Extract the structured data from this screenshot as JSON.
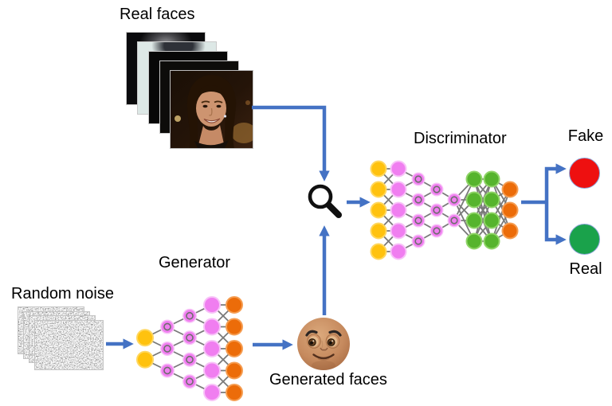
{
  "diagram": {
    "labels": {
      "real_faces": "Real faces",
      "random_noise": "Random noise",
      "generator": "Generator",
      "discriminator": "Discriminator",
      "generated_faces": "Generated faces",
      "fake": "Fake",
      "real": "Real"
    },
    "colors": {
      "arrow_blue": "#4472C4",
      "edge_gray": "#7a7a7a",
      "node_yellow": "#FFC20E",
      "halo_yellow": "#ffd75e",
      "node_pink": "#F07EF0",
      "halo_pink": "#f8c2f8",
      "node_green": "#56B42D",
      "halo_green": "#90d468",
      "node_orange": "#EC6C09",
      "halo_orange": "#f59d52",
      "ring_inner_gray": "#6e6e6e",
      "fake_red": "#EE1010",
      "real_green": "#1AA24B",
      "magnifier_black": "#101010"
    },
    "generator_network": {
      "name": "Generator",
      "layers": [
        {
          "nodes": 2,
          "style": "solid",
          "color": "yellow"
        },
        {
          "nodes": 3,
          "style": "ring",
          "color": "pink"
        },
        {
          "nodes": 4,
          "style": "ring",
          "color": "pink"
        },
        {
          "nodes": 5,
          "style": "solid",
          "color": "pink"
        },
        {
          "nodes": 5,
          "style": "solid",
          "color": "orange"
        }
      ]
    },
    "discriminator_network": {
      "name": "Discriminator",
      "layers": [
        {
          "nodes": 5,
          "style": "solid",
          "color": "yellow"
        },
        {
          "nodes": 5,
          "style": "solid",
          "color": "pink"
        },
        {
          "nodes": 4,
          "style": "ring",
          "color": "pink"
        },
        {
          "nodes": 3,
          "style": "ring",
          "color": "pink"
        },
        {
          "nodes": 2,
          "style": "ring",
          "color": "pink"
        },
        {
          "nodes": 4,
          "style": "solid",
          "color": "green"
        },
        {
          "nodes": 4,
          "style": "solid",
          "color": "green"
        },
        {
          "nodes": 3,
          "style": "solid",
          "color": "orange"
        }
      ]
    },
    "stacks": {
      "real_faces_count": 5,
      "noise_count": 4
    },
    "outputs": [
      {
        "label": "Fake",
        "color_key": "fake_red"
      },
      {
        "label": "Real",
        "color_key": "real_green"
      }
    ]
  }
}
